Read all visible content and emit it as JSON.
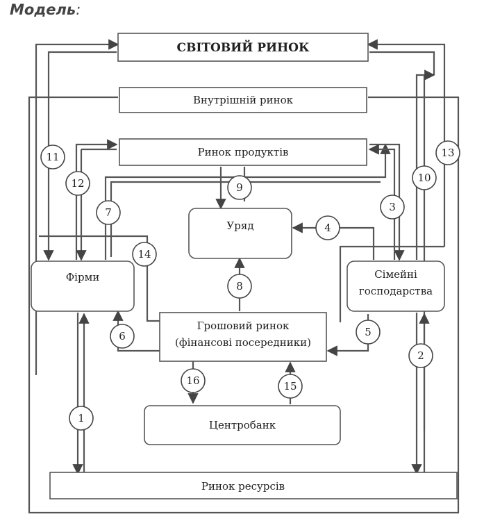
{
  "header": {
    "title": "Модель",
    "colon": ":"
  },
  "boxes": {
    "world_market": "СВІТОВИЙ РИНОК",
    "domestic_market": "Внутрішній ринок",
    "product_market": "Ринок продуктів",
    "government": "Уряд",
    "firms": "Фірми",
    "households_line1": "Сімейні",
    "households_line2": "господарства",
    "money_market_line1": "Грошовий ринок",
    "money_market_line2": "(фінансові посередники)",
    "central_bank": "Центробанк",
    "resource_market": "Ринок ресурсів"
  },
  "flows": [
    "1",
    "2",
    "3",
    "4",
    "5",
    "6",
    "7",
    "8",
    "9",
    "10",
    "11",
    "12",
    "13",
    "14",
    "15",
    "16"
  ]
}
